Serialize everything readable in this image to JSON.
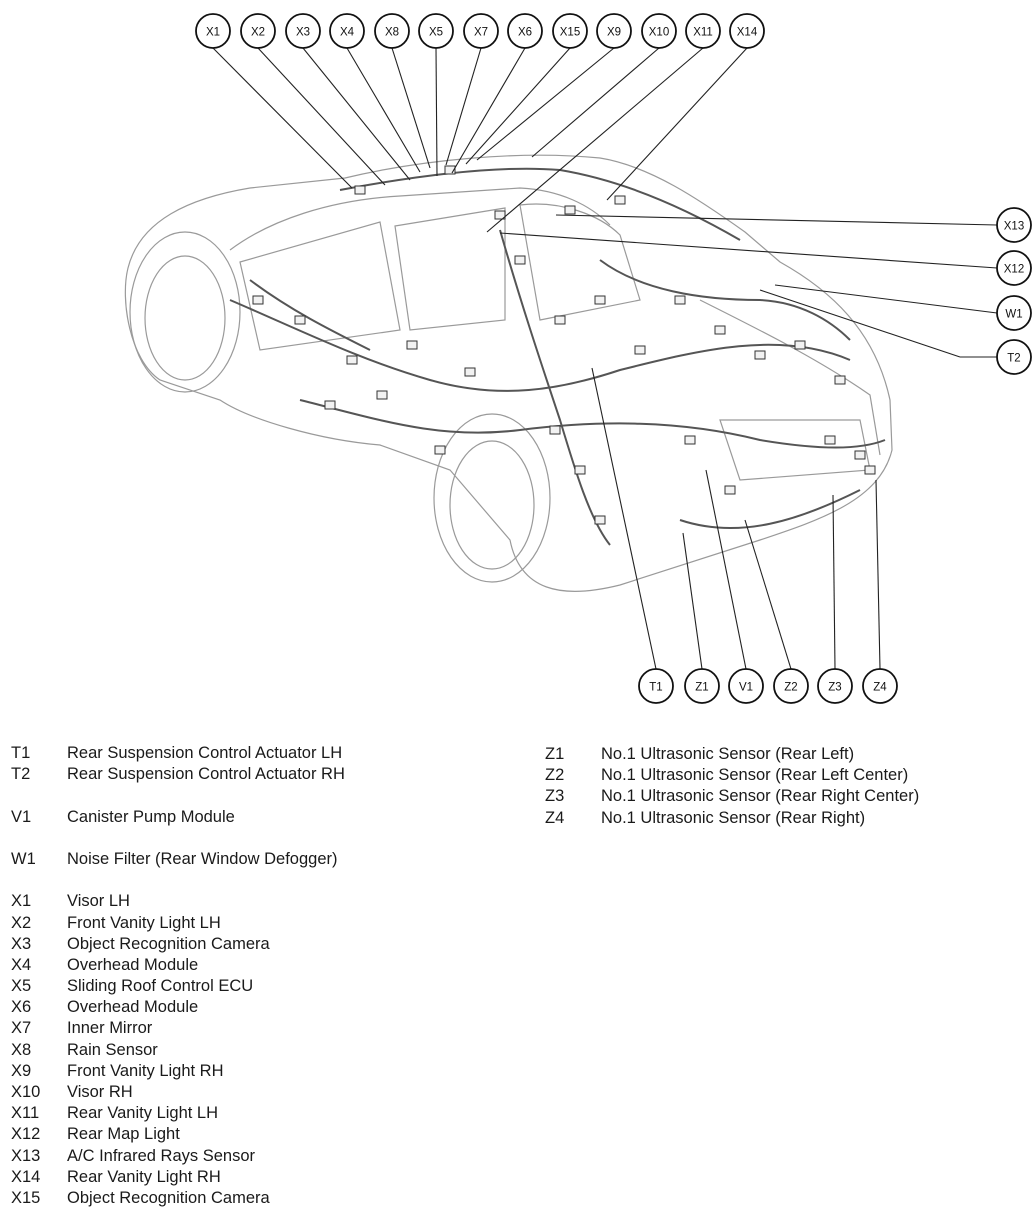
{
  "callouts_top": [
    "X1",
    "X2",
    "X3",
    "X4",
    "X8",
    "X5",
    "X7",
    "X6",
    "X15",
    "X9",
    "X10",
    "X11",
    "X14"
  ],
  "callouts_right": [
    "X13",
    "X12",
    "W1",
    "T2"
  ],
  "callouts_bottom": [
    "T1",
    "Z1",
    "V1",
    "Z2",
    "Z3",
    "Z4"
  ],
  "legend_left": [
    [
      {
        "code": "T1",
        "label": "Rear Suspension Control Actuator LH"
      },
      {
        "code": "T2",
        "label": "Rear Suspension Control Actuator RH"
      }
    ],
    [
      {
        "code": "V1",
        "label": "Canister Pump Module"
      }
    ],
    [
      {
        "code": "W1",
        "label": "Noise Filter (Rear Window Defogger)"
      }
    ],
    [
      {
        "code": "X1",
        "label": "Visor LH"
      },
      {
        "code": "X2",
        "label": "Front Vanity Light LH"
      },
      {
        "code": "X3",
        "label": "Object Recognition Camera"
      },
      {
        "code": "X4",
        "label": "Overhead Module"
      },
      {
        "code": "X5",
        "label": "Sliding Roof Control ECU"
      },
      {
        "code": "X6",
        "label": "Overhead Module"
      },
      {
        "code": "X7",
        "label": "Inner Mirror"
      },
      {
        "code": "X8",
        "label": "Rain Sensor"
      },
      {
        "code": "X9",
        "label": "Front Vanity Light RH"
      },
      {
        "code": "X10",
        "label": "Visor RH"
      },
      {
        "code": "X11",
        "label": "Rear Vanity Light LH"
      },
      {
        "code": "X12",
        "label": "Rear Map Light"
      },
      {
        "code": "X13",
        "label": "A/C Infrared Rays Sensor"
      },
      {
        "code": "X14",
        "label": "Rear Vanity Light RH"
      },
      {
        "code": "X15",
        "label": "Object Recognition Camera"
      }
    ]
  ],
  "legend_right": [
    {
      "code": "Z1",
      "label": "No.1 Ultrasonic Sensor (Rear Left)"
    },
    {
      "code": "Z2",
      "label": "No.1 Ultrasonic Sensor (Rear Left Center)"
    },
    {
      "code": "Z3",
      "label": "No.1 Ultrasonic Sensor (Rear Right Center)"
    },
    {
      "code": "Z4",
      "label": "No.1 Ultrasonic Sensor (Rear Right)"
    }
  ]
}
